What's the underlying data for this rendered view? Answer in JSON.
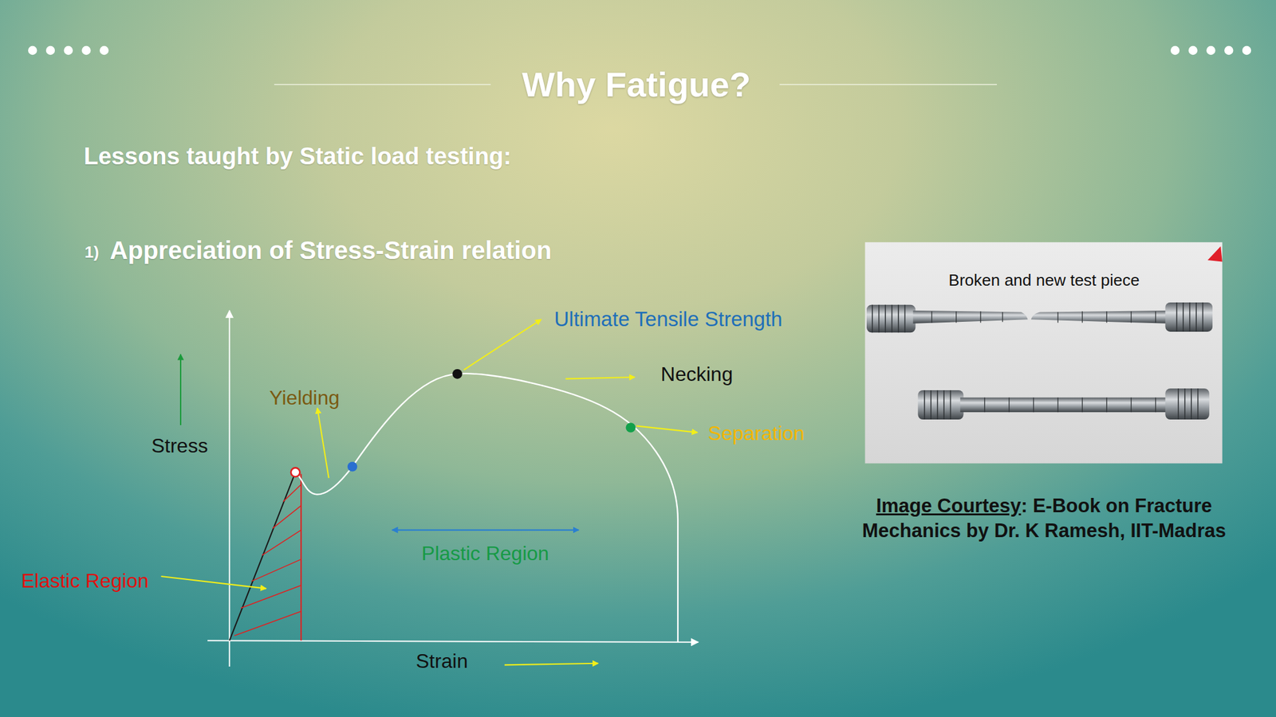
{
  "diagram": {
    "title": "Why Fatigue?",
    "labels": [
      "Lessons taught by Static load testing:",
      "1)",
      "Appreciation of Stress-Strain relation",
      "Ultimate Tensile Strength",
      "Necking",
      "Yielding",
      "Separation",
      "Stress",
      "Plastic Region",
      "Elastic Region",
      "Strain",
      "Broken and new test piece",
      "Image Courtesy",
      ": E-Book on Fracture Mechanics by Dr. K Ramesh, IIT-Madras"
    ]
  }
}
